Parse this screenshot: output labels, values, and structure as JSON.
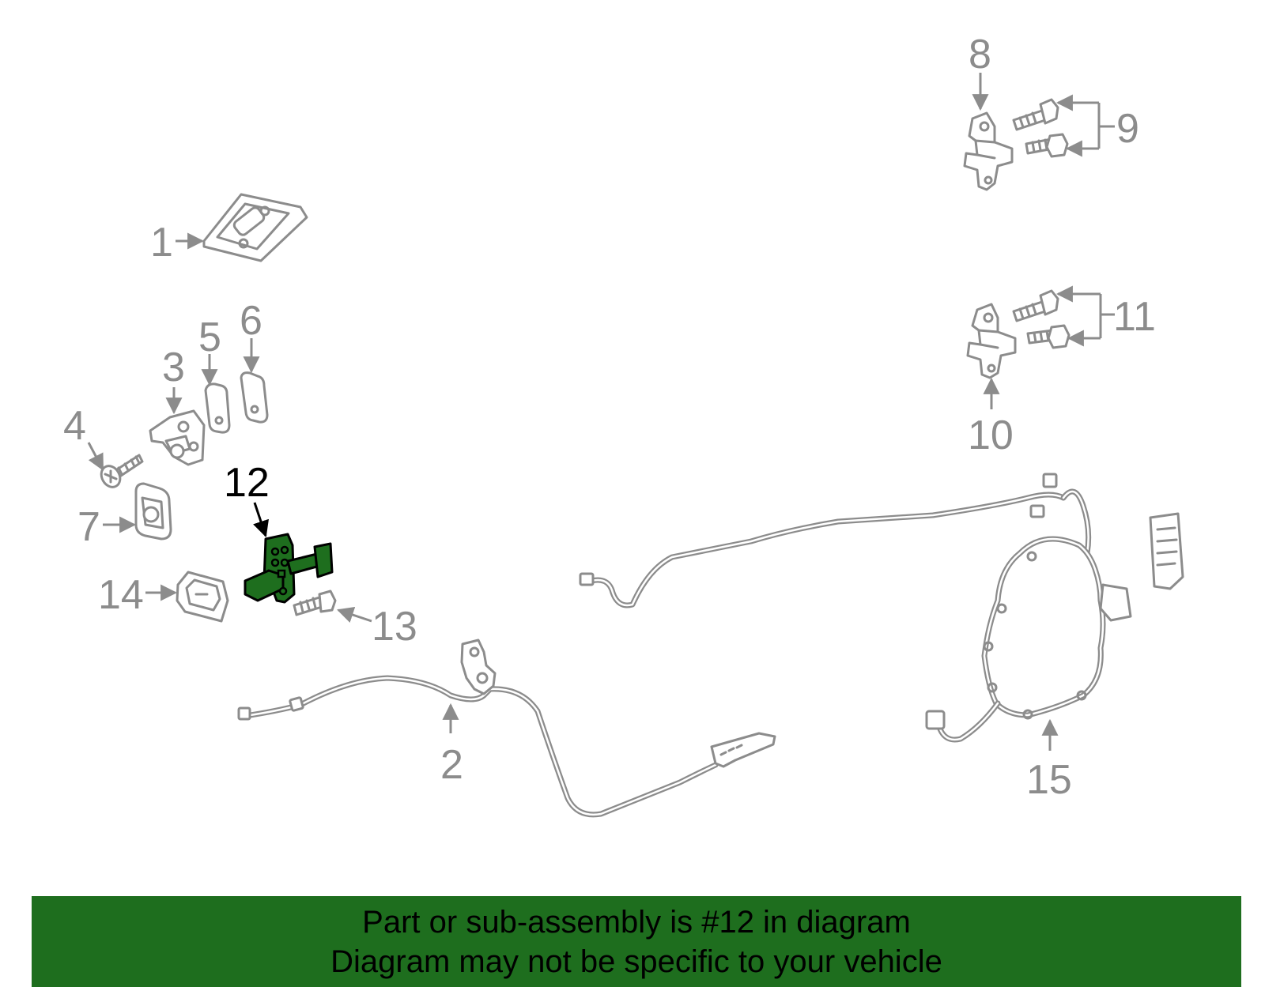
{
  "diagram": {
    "highlight_color": "#1e6e1e",
    "line_color": "#8c8c8c",
    "callouts": {
      "c1": "1",
      "c2": "2",
      "c3": "3",
      "c4": "4",
      "c5": "5",
      "c6": "6",
      "c7": "7",
      "c8": "8",
      "c9": "9",
      "c10": "10",
      "c11": "11",
      "c12": "12",
      "c13": "13",
      "c14": "14",
      "c15": "15"
    }
  },
  "banner": {
    "line1": "Part or sub-assembly is #12 in diagram",
    "line2": "Diagram may not be specific to your vehicle",
    "background": "#1e6e1e"
  }
}
